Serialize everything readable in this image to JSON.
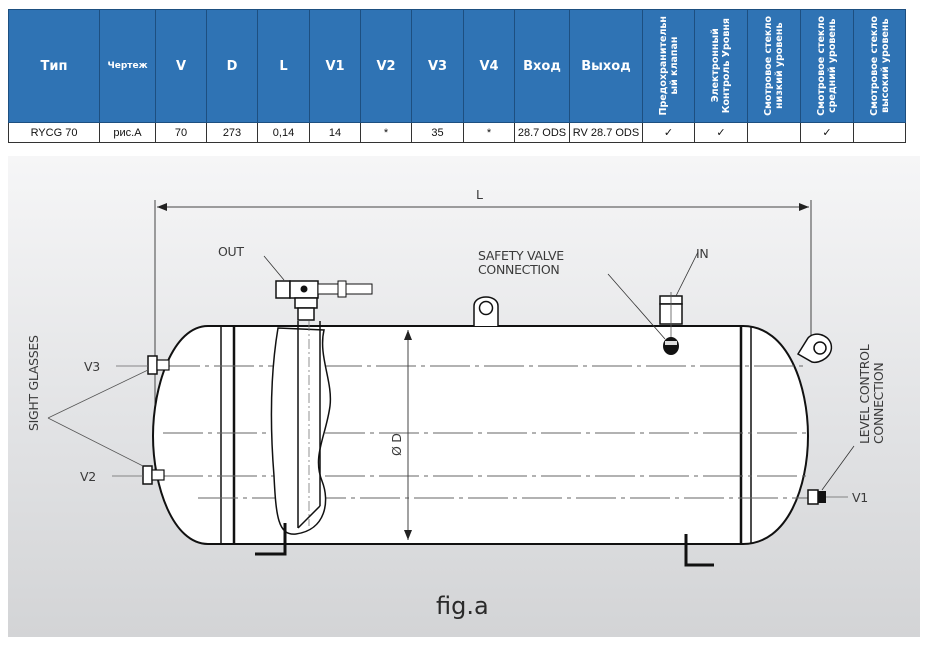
{
  "table": {
    "headers": [
      {
        "label": "Тип"
      },
      {
        "label": "Чертеж"
      },
      {
        "label": "V"
      },
      {
        "label": "D"
      },
      {
        "label": "L"
      },
      {
        "label": "V1"
      },
      {
        "label": "V2"
      },
      {
        "label": "V3"
      },
      {
        "label": "V4"
      },
      {
        "label": "Вход"
      },
      {
        "label": "Выход"
      },
      {
        "label": "Предохранительн\nый клапан"
      },
      {
        "label": "Электронный\nКонтроль Уровня"
      },
      {
        "label": "Смотровое стекло\nнизкий уровень"
      },
      {
        "label": "Смотровое стекло\nсредний уровень"
      },
      {
        "label": "Смотровое стекло\nвысокий уровень"
      }
    ],
    "rows": [
      {
        "cells": [
          "RYCG 70",
          "рис.A",
          "70",
          "273",
          "0,14",
          "14",
          "*",
          "35",
          "*",
          "28.7 ODS",
          "RV 28.7 ODS",
          "✓",
          "✓",
          "",
          "✓",
          ""
        ]
      }
    ],
    "header_color": "#2f73b4"
  },
  "drawing": {
    "dimension_length": "L",
    "dimension_diameter": "Ø D",
    "labels": {
      "out": "OUT",
      "safety_valve_line1": "SAFETY VALVE",
      "safety_valve_line2": "CONNECTION",
      "in": "IN",
      "sight_glasses": "SIGHT GLASSES",
      "v3": "V3",
      "v2": "V2",
      "v1": "V1",
      "level_control_line1": "LEVEL CONTROL",
      "level_control_line2": "CONNECTION"
    },
    "caption": "fig.a"
  }
}
